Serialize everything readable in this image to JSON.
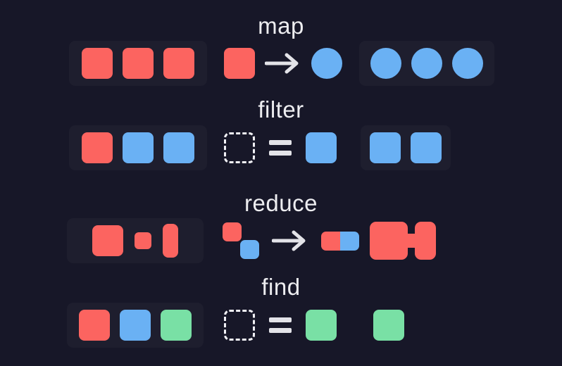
{
  "theme": {
    "background": "#171728",
    "panel": "#1e1e2e",
    "text": "#ededf0",
    "red": "#fc6460",
    "blue": "#6ab1f4",
    "green": "#79e0a5",
    "outline": "#f0f0f5"
  },
  "rows": [
    {
      "id": "map",
      "title": "map",
      "operator": "arrow",
      "operator_glyph": "→",
      "input": {
        "has_panel": true,
        "items": [
          {
            "shape": "square",
            "color": "#fc6460"
          },
          {
            "shape": "square",
            "color": "#fc6460"
          },
          {
            "shape": "square",
            "color": "#fc6460"
          }
        ]
      },
      "rule": {
        "left": [
          {
            "shape": "square",
            "color": "#fc6460"
          }
        ],
        "right": [
          {
            "shape": "circle",
            "color": "#6ab1f4"
          }
        ]
      },
      "output": {
        "has_panel": true,
        "items": [
          {
            "shape": "circle",
            "color": "#6ab1f4"
          },
          {
            "shape": "circle",
            "color": "#6ab1f4"
          },
          {
            "shape": "circle",
            "color": "#6ab1f4"
          }
        ]
      }
    },
    {
      "id": "filter",
      "title": "filter",
      "operator": "equals",
      "operator_glyph": "=",
      "input": {
        "has_panel": true,
        "items": [
          {
            "shape": "square",
            "color": "#fc6460"
          },
          {
            "shape": "square",
            "color": "#6ab1f4"
          },
          {
            "shape": "square",
            "color": "#6ab1f4"
          }
        ]
      },
      "rule": {
        "left": [
          {
            "shape": "dashed-placeholder",
            "color": "transparent"
          }
        ],
        "right": [
          {
            "shape": "square",
            "color": "#6ab1f4"
          }
        ]
      },
      "output": {
        "has_panel": true,
        "items": [
          {
            "shape": "square",
            "color": "#6ab1f4"
          },
          {
            "shape": "square",
            "color": "#6ab1f4"
          }
        ]
      }
    },
    {
      "id": "reduce",
      "title": "reduce",
      "operator": "arrow",
      "operator_glyph": "→",
      "input": {
        "has_panel": true,
        "items": [
          {
            "shape": "square",
            "color": "#fc6460",
            "size": "large"
          },
          {
            "shape": "square",
            "color": "#fc6460",
            "size": "small"
          },
          {
            "shape": "rectangle",
            "color": "#fc6460",
            "size": "tall"
          }
        ]
      },
      "rule": {
        "left": [
          {
            "shape": "square",
            "color": "#fc6460",
            "position": "top-left"
          },
          {
            "shape": "square",
            "color": "#6ab1f4",
            "position": "bottom-right"
          }
        ],
        "right": [
          {
            "shape": "square",
            "color": "#fc6460",
            "position": "left"
          },
          {
            "shape": "square",
            "color": "#6ab1f4",
            "position": "right"
          }
        ]
      },
      "output": {
        "has_panel": false,
        "items": [
          {
            "shape": "fused-blob",
            "color": "#fc6460"
          }
        ]
      }
    },
    {
      "id": "find",
      "title": "find",
      "operator": "equals",
      "operator_glyph": "=",
      "input": {
        "has_panel": true,
        "items": [
          {
            "shape": "square",
            "color": "#fc6460"
          },
          {
            "shape": "square",
            "color": "#6ab1f4"
          },
          {
            "shape": "square",
            "color": "#79e0a5"
          }
        ]
      },
      "rule": {
        "left": [
          {
            "shape": "dashed-placeholder",
            "color": "transparent"
          }
        ],
        "right": [
          {
            "shape": "square",
            "color": "#79e0a5"
          }
        ]
      },
      "output": {
        "has_panel": false,
        "items": [
          {
            "shape": "square",
            "color": "#79e0a5"
          }
        ]
      }
    }
  ]
}
